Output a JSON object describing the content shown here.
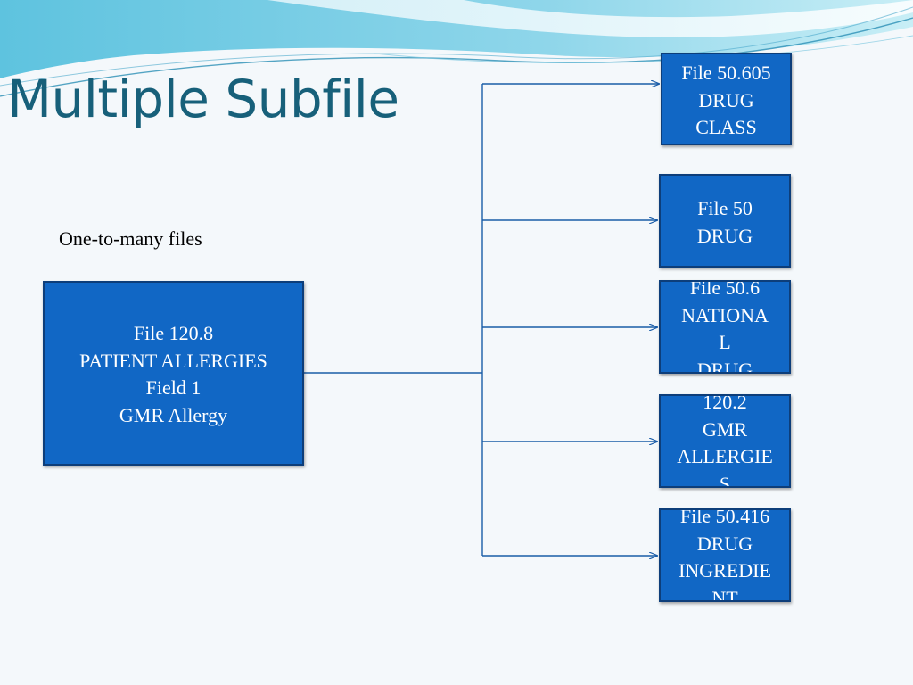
{
  "title": "Multiple Subfile",
  "subtitle": "One-to-many files",
  "colors": {
    "box_fill": "#1167c5",
    "box_border": "#0d3e7a",
    "title": "#17607a",
    "connector": "#1a5da8"
  },
  "source": {
    "lines": [
      "File 120.8",
      "PATIENT ALLERGIES",
      "Field 1",
      "GMR Allergy"
    ]
  },
  "targets": [
    {
      "lines": [
        "File 50.605",
        "DRUG",
        "CLASS"
      ]
    },
    {
      "lines": [
        "File 50",
        "DRUG"
      ]
    },
    {
      "lines": [
        "File 50.6",
        "NATIONA",
        "L",
        "DRUG"
      ]
    },
    {
      "lines": [
        "120.2",
        "GMR",
        "ALLERGIE",
        "S"
      ]
    },
    {
      "lines": [
        "File 50.416",
        "DRUG",
        "INGREDIE",
        "NT"
      ]
    }
  ]
}
